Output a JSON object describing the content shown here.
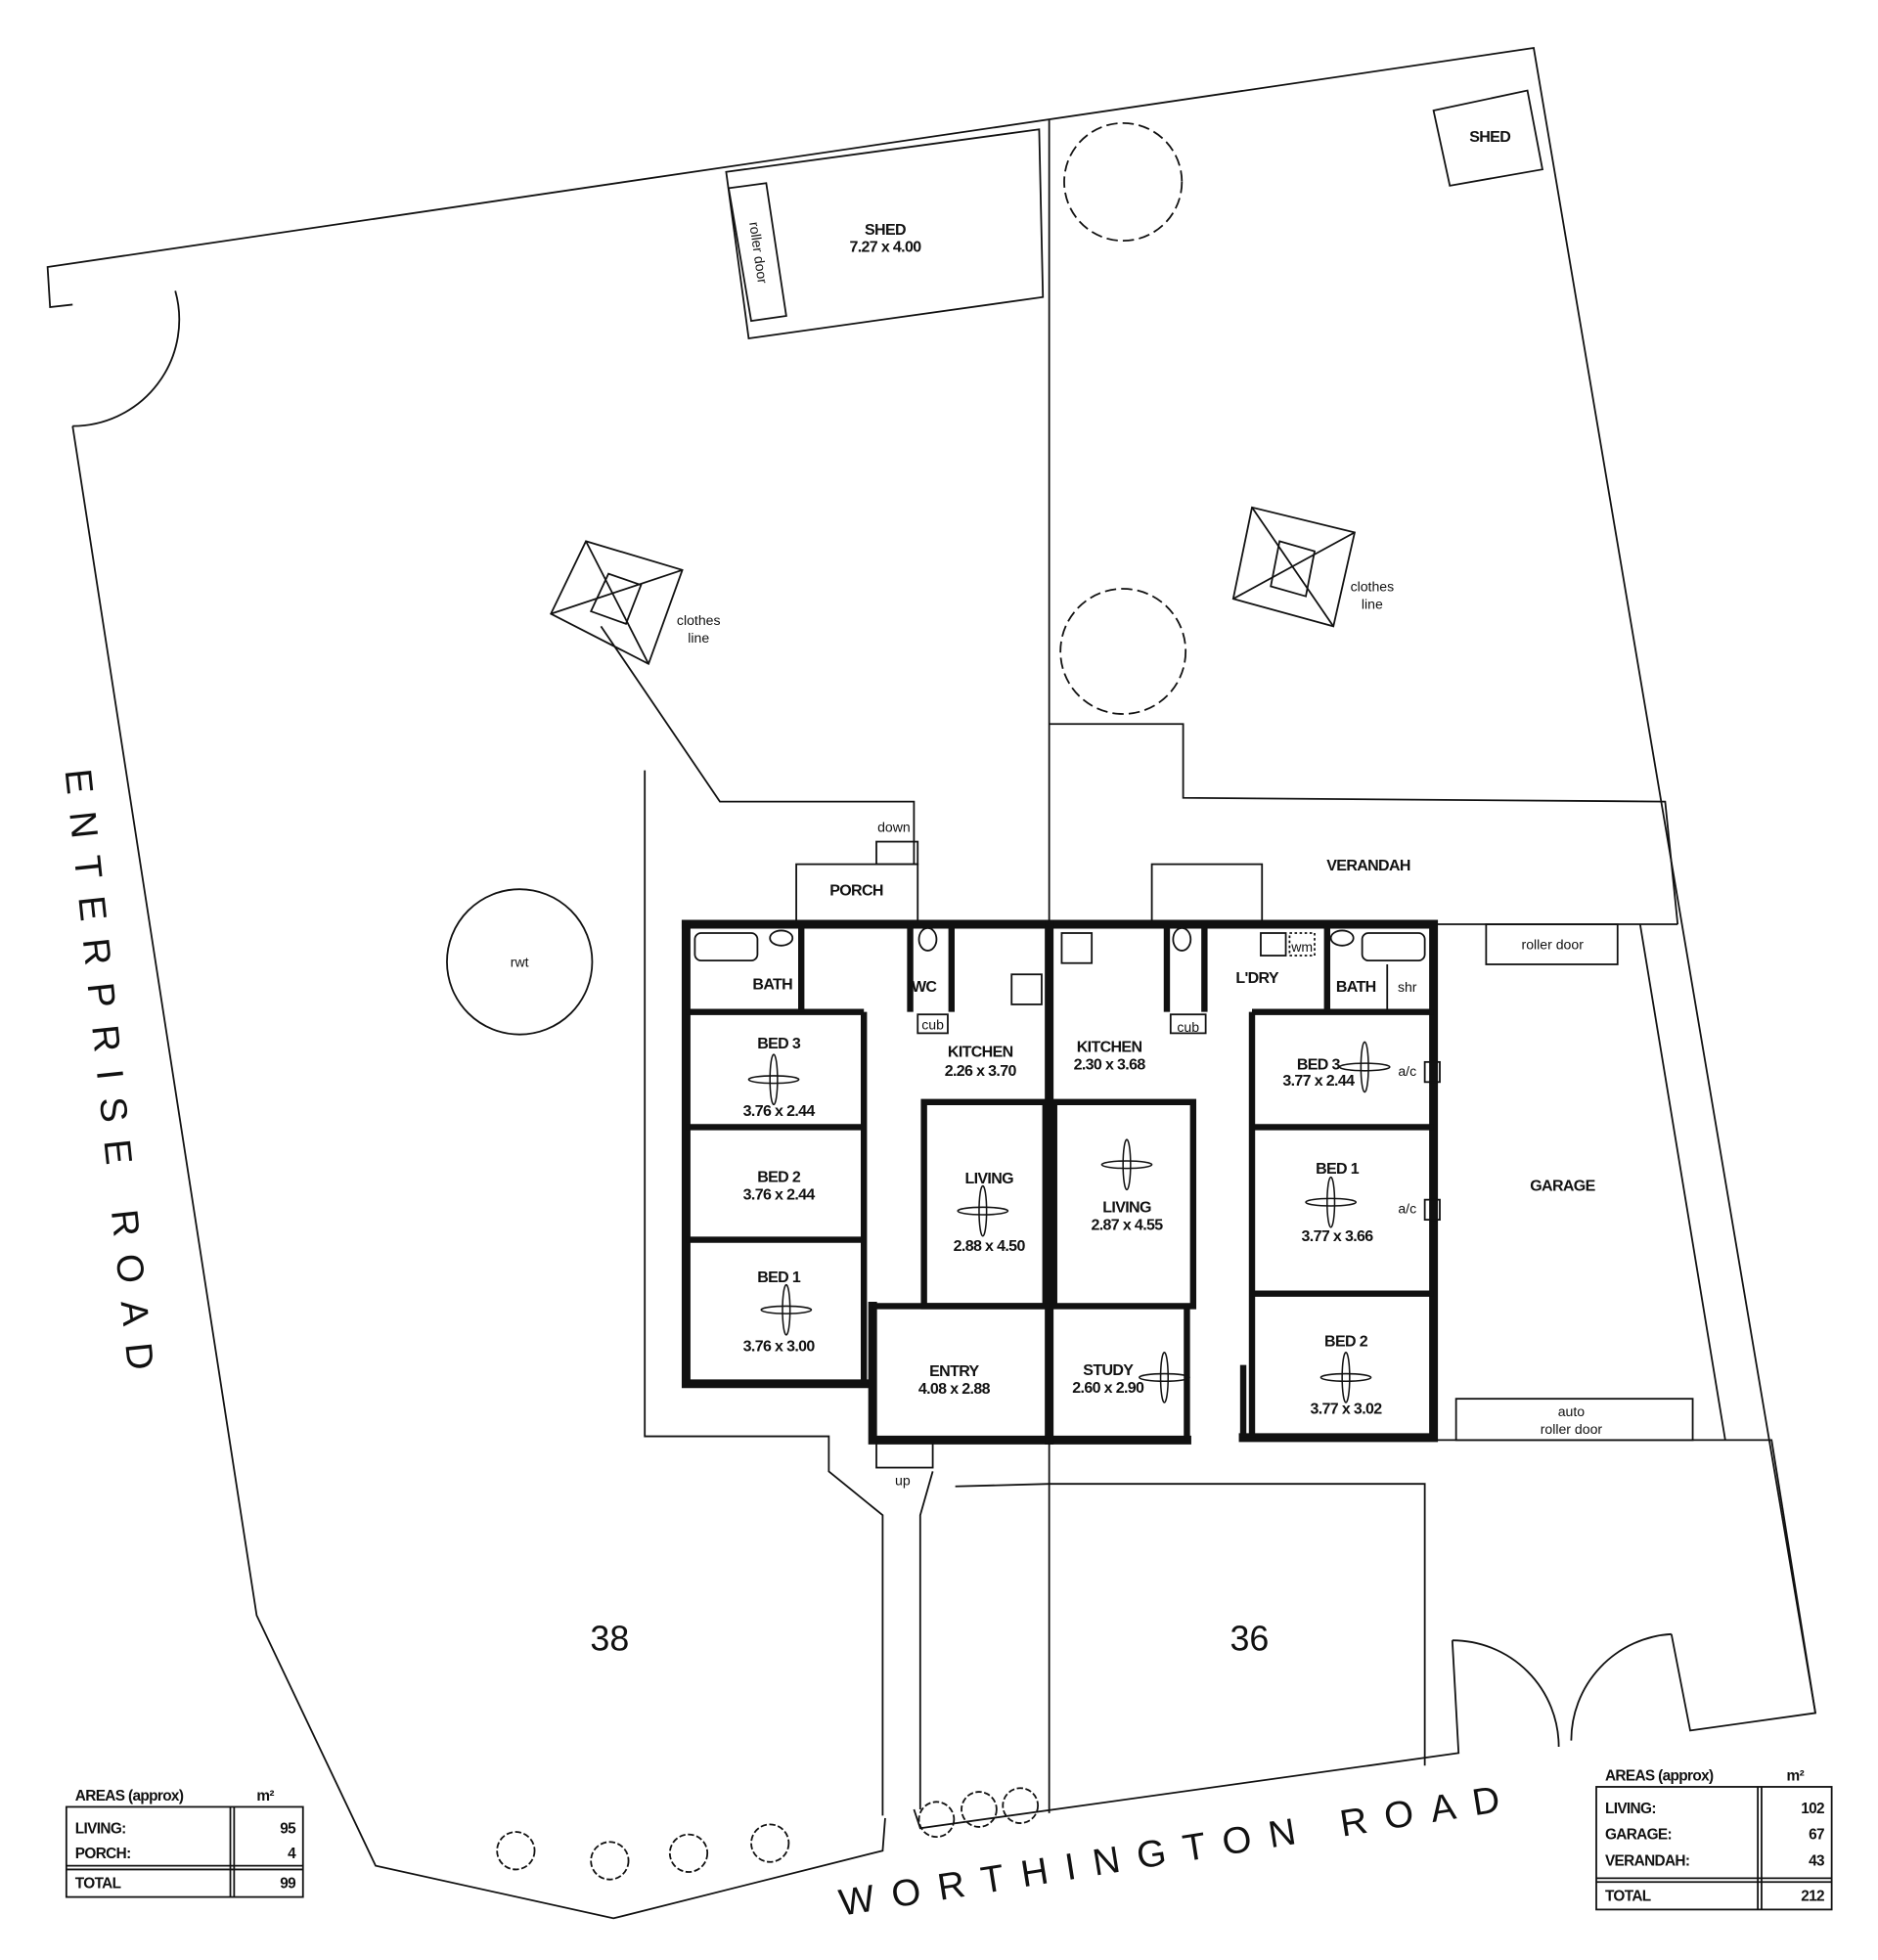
{
  "site": {
    "lot_left": "38",
    "lot_right": "36",
    "road_left": "ENTERPRISE ROAD",
    "road_bottom": "WORTHINGTON ROAD",
    "shed_left": {
      "name": "SHED",
      "size": "7.27 x 4.00",
      "door": "roller door"
    },
    "shed_right": "SHED",
    "clothes_line_left": [
      "clothes",
      "line"
    ],
    "clothes_line_right": [
      "clothes",
      "line"
    ],
    "rwt": "rwt",
    "down": "down",
    "up": "up"
  },
  "unit38": {
    "porch": "PORCH",
    "bath": "BATH",
    "wc": "WC",
    "cub": "cub",
    "kitchen": {
      "name": "KITCHEN",
      "size": "2.26 x 3.70"
    },
    "bed3": {
      "name": "BED 3",
      "size": "3.76 x 2.44"
    },
    "bed2": {
      "name": "BED 2",
      "size": "3.76 x 2.44"
    },
    "bed1": {
      "name": "BED 1",
      "size": "3.76 x 3.00"
    },
    "living": {
      "name": "LIVING",
      "size": "2.88 x 4.50"
    },
    "entry": {
      "name": "ENTRY",
      "size": "4.08 x 2.88"
    }
  },
  "unit36": {
    "verandah": "VERANDAH",
    "kitchen": {
      "name": "KITCHEN",
      "size": "2.30 x 3.68"
    },
    "cub": "cub",
    "living": {
      "name": "LIVING",
      "size": "2.87 x 4.55"
    },
    "study": {
      "name": "STUDY",
      "size": "2.60 x 2.90"
    },
    "laundry": "L'DRY",
    "wm": "wm",
    "bath": "BATH",
    "shr": "shr",
    "bed3": {
      "name": "BED 3",
      "size": "3.77 x 2.44"
    },
    "bed1": {
      "name": "BED 1",
      "size": "3.77 x 3.66"
    },
    "bed2": {
      "name": "BED 2",
      "size": "3.77 x 3.02"
    },
    "ac": "a/c",
    "garage": "GARAGE",
    "roller_door": "roller door",
    "auto_roller_door": [
      "auto",
      "roller door"
    ]
  },
  "areas_left": {
    "title": "AREAS (approx)",
    "unit": "m²",
    "rows": [
      {
        "label": "LIVING:",
        "value": "95"
      },
      {
        "label": "PORCH:",
        "value": "4"
      }
    ],
    "total": {
      "label": "TOTAL",
      "value": "99"
    }
  },
  "areas_right": {
    "title": "AREAS (approx)",
    "unit": "m²",
    "rows": [
      {
        "label": "LIVING:",
        "value": "102"
      },
      {
        "label": "GARAGE:",
        "value": "67"
      },
      {
        "label": "VERANDAH:",
        "value": "43"
      }
    ],
    "total": {
      "label": "TOTAL",
      "value": "212"
    }
  }
}
